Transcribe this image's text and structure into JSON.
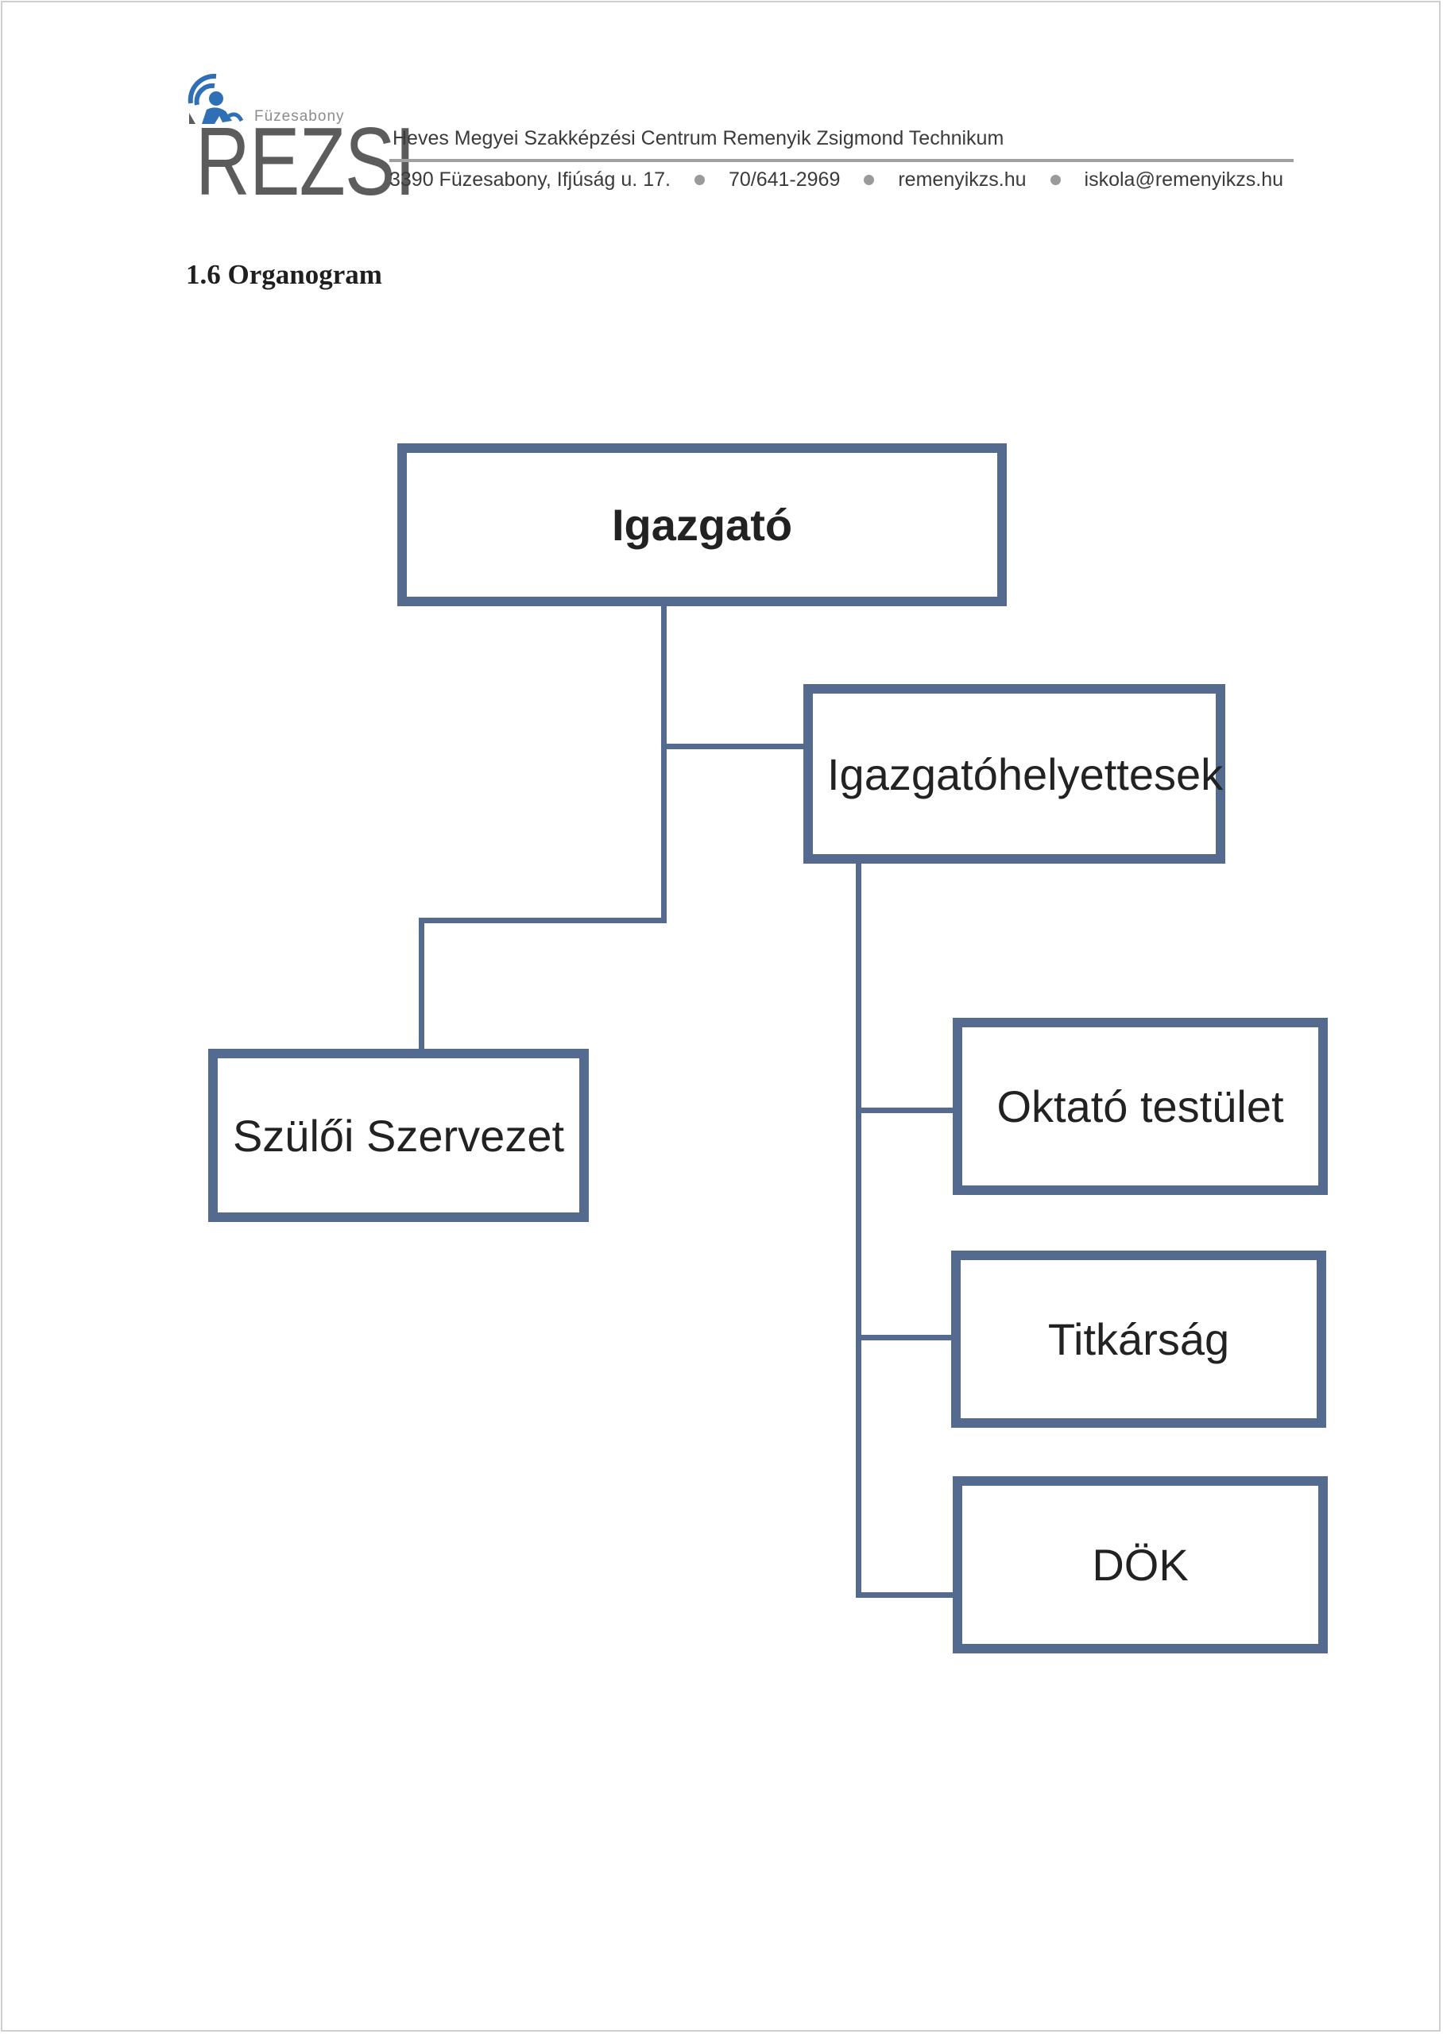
{
  "header": {
    "logo": {
      "city": "Füzesabony",
      "brand": "REZSI"
    },
    "institution": "Heves Megyei Szakképzési Centrum Remenyik Zsigmond Technikum",
    "address": "3390 Füzesabony, Ifjúság u. 17.",
    "phone": "70/641-2969",
    "website": "remenyikzs.hu",
    "email": "iskola@remenyikzs.hu"
  },
  "section": {
    "title": "1.6 Organogram"
  },
  "org_chart": {
    "root": "Igazgató",
    "deputies": "Igazgatóhelyettesek",
    "parents_org": "Szülői Szervezet",
    "teaching_staff": "Oktató testület",
    "secretariat": "Titkárság",
    "student_council": "DÖK"
  },
  "colors": {
    "box_border": "#546a8f",
    "text": "#222222",
    "header_rule": "#a0a0a0"
  }
}
